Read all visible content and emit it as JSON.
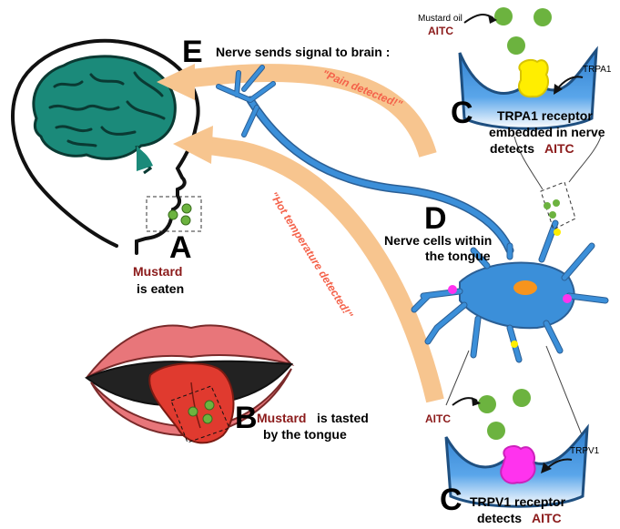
{
  "labels": {
    "A": "A",
    "B": "B",
    "C1": "C",
    "C2": "C",
    "D": "D",
    "E": "E"
  },
  "text": {
    "e_caption": "Nerve sends signal to brain :",
    "pain_arrow": "\"Pain detected!\"",
    "hot_arrow": "\"Hot temperature detected!\"",
    "a_mustard": "Mustard",
    "a_rest": "is eaten",
    "b_mustard": "Mustard",
    "b_rest1": "is tasted",
    "b_rest2": "by the tongue",
    "d_line1": "Nerve cells within",
    "d_line2": "the tongue",
    "c1_line1": "TRPA1 receptor",
    "c1_line2": "embedded in nerve",
    "c1_line3": "detects",
    "c1_aitc": "AITC",
    "c2_line1": "TRPV1 receptor",
    "c2_line2": "detects",
    "c2_aitc": "AITC",
    "mustard_oil": "Mustard oil",
    "aitc_top": "AITC",
    "trpa1": "TRPA1",
    "aitc_bottom": "AITC",
    "trpv1": "TRPV1"
  },
  "colors": {
    "brain": "#1b8a7a",
    "nerve": "#3b8fd9",
    "arrow": "#f7c58f",
    "droplet": "#6cb33f",
    "trpa1": "#ffee00",
    "trpv1": "#ff33ee",
    "accent_red": "#8b1a1a",
    "arrow_text": "#f4624a"
  }
}
